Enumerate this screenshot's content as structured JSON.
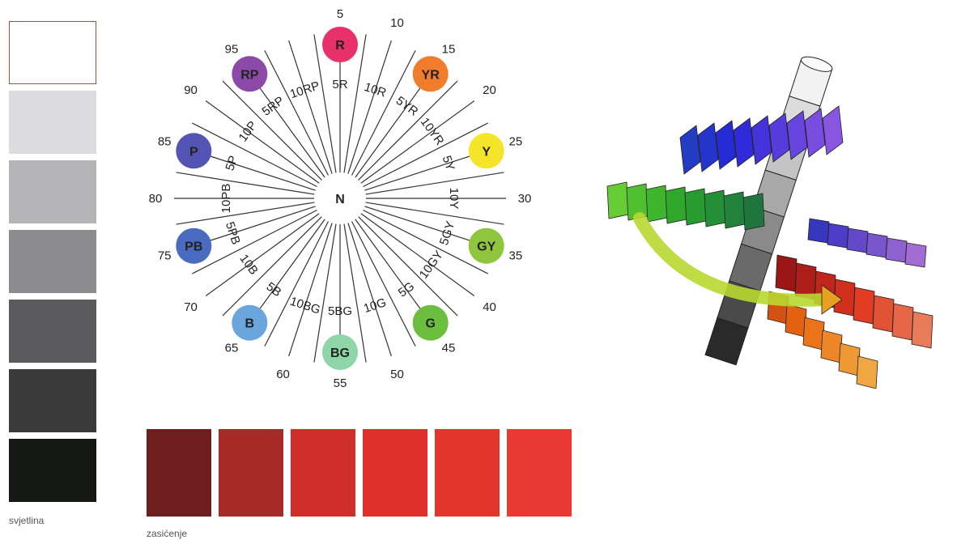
{
  "lightness": {
    "caption": "svjetlina",
    "swatches": [
      {
        "color": "#ffffff",
        "border": "#a0522d"
      },
      {
        "color": "#dcdcdf"
      },
      {
        "color": "#b5b5b7"
      },
      {
        "color": "#8c8c8e"
      },
      {
        "color": "#5b5b5d"
      },
      {
        "color": "#3a3a3a"
      },
      {
        "color": "#161814"
      }
    ]
  },
  "saturation": {
    "caption": "zasićenje",
    "swatches": [
      "#6e1e1e",
      "#a82a28",
      "#d02e28",
      "#dc3028",
      "#e2352b",
      "#e83a32"
    ]
  },
  "wheel": {
    "center_label": "N",
    "hue_circles": [
      {
        "label": "R",
        "color": "#e8306a",
        "angle": 0
      },
      {
        "label": "YR",
        "color": "#f07c2c",
        "angle": 36
      },
      {
        "label": "Y",
        "color": "#f5e52a",
        "angle": 72
      },
      {
        "label": "GY",
        "color": "#8fc63e",
        "angle": 108
      },
      {
        "label": "G",
        "color": "#6cbf3e",
        "angle": 144
      },
      {
        "label": "BG",
        "color": "#8ed6a8",
        "angle": 180
      },
      {
        "label": "B",
        "color": "#6aa6dd",
        "angle": 216
      },
      {
        "label": "PB",
        "color": "#4a6cc0",
        "angle": 252
      },
      {
        "label": "P",
        "color": "#5454b4",
        "angle": 288
      },
      {
        "label": "RP",
        "color": "#8c4aa8",
        "angle": 324
      }
    ],
    "numbers": [
      "5",
      "10",
      "15",
      "20",
      "25",
      "30",
      "35",
      "40",
      "45",
      "50",
      "55",
      "60",
      "65",
      "70",
      "75",
      "80",
      "85",
      "90",
      "95"
    ],
    "hue_names": [
      "5R",
      "10R",
      "5YR",
      "10YR",
      "5Y",
      "10Y",
      "5GY",
      "10GY",
      "5G",
      "10G",
      "5BG",
      "10BG",
      "5B",
      "10B",
      "5PB",
      "10PB",
      "5P",
      "10P",
      "5RP",
      "10RP"
    ]
  },
  "solid": {
    "description_colors": [
      "#cc2222",
      "#2233aa",
      "#33aa33",
      "#ffffff"
    ]
  }
}
